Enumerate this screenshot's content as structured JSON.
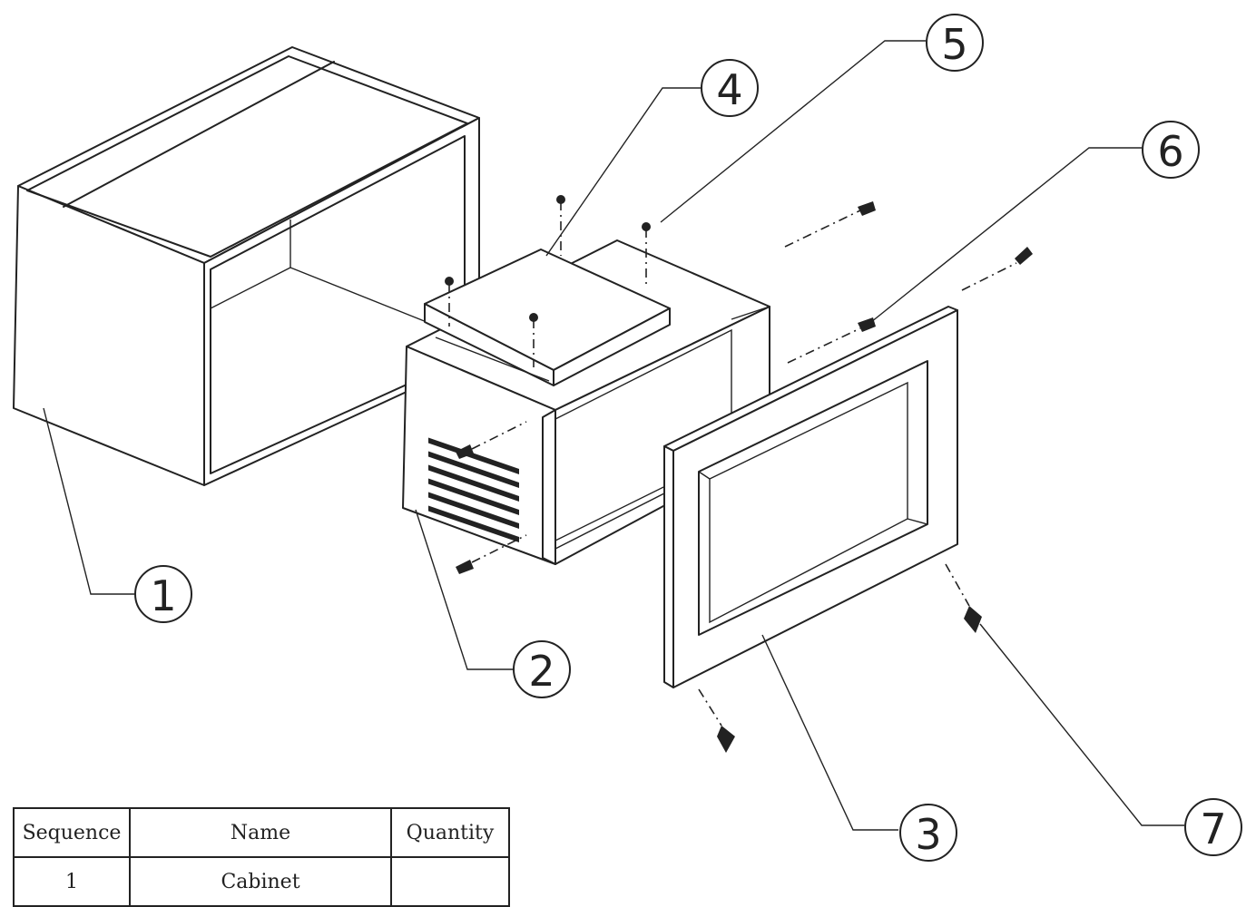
{
  "callouts": [
    {
      "id": "1",
      "label": "1"
    },
    {
      "id": "2",
      "label": "2"
    },
    {
      "id": "3",
      "label": "3"
    },
    {
      "id": "4",
      "label": "4"
    },
    {
      "id": "5",
      "label": "5"
    },
    {
      "id": "6",
      "label": "6"
    },
    {
      "id": "7",
      "label": "7"
    }
  ],
  "table": {
    "headers": [
      "Sequence",
      "Name",
      "Quantity"
    ],
    "rows": [
      [
        "1",
        "Cabinet",
        ""
      ]
    ]
  }
}
